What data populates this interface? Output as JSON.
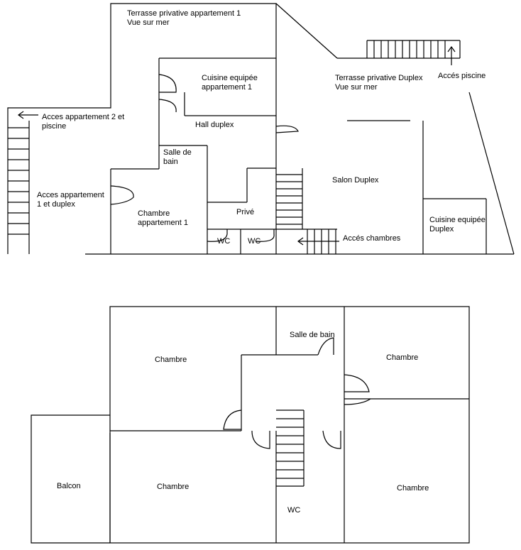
{
  "upper_plan": {
    "terrace_apartment_1": {
      "line1": "Terrasse privative appartement 1",
      "line2": "Vue sur mer"
    },
    "kitchen_apartment_1": {
      "line1": "Cuisine equipée",
      "line2": "appartement 1"
    },
    "hall_duplex": "Hall duplex",
    "bathroom": {
      "line1": "Salle de",
      "line2": "bain"
    },
    "access_apartment_2": {
      "line1": "Acces appartement 2 et",
      "line2": "piscine"
    },
    "access_apartment_1": {
      "line1": "Acces appartement",
      "line2": "1 et duplex"
    },
    "bedroom_apartment_1": {
      "line1": "Chambre",
      "line2": "appartement 1"
    },
    "private": "Privé",
    "wc_1": "WC",
    "wc_2": "WC",
    "terrace_duplex": {
      "line1": "Terrasse privative Duplex",
      "line2": "Vue sur mer"
    },
    "pool_access": "Accés piscine",
    "living_duplex": "Salon Duplex",
    "bedrooms_access": "Accés chambres",
    "kitchen_duplex": {
      "line1": "Cuisine equipée",
      "line2": "Duplex"
    }
  },
  "lower_plan": {
    "bedroom_top_left": "Chambre",
    "bathroom": "Salle de bain",
    "bedroom_top_right": "Chambre",
    "balcony": "Balcon",
    "bedroom_bottom_mid": "Chambre",
    "wc": "WC",
    "bedroom_bottom_right": "Chambre"
  }
}
